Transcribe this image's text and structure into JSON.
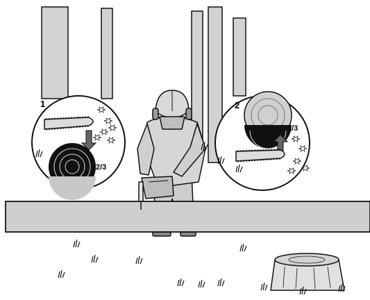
{
  "detail_1": {
    "step": "1",
    "fraction": "2/3"
  },
  "detail_2": {
    "step": "2",
    "fraction": "1/3"
  },
  "colors": {
    "trunk": "#d2d2d2",
    "log": "#cfcfcf",
    "outline": "#111111",
    "background": "#ffffff",
    "stump": "#e0e0e0"
  }
}
